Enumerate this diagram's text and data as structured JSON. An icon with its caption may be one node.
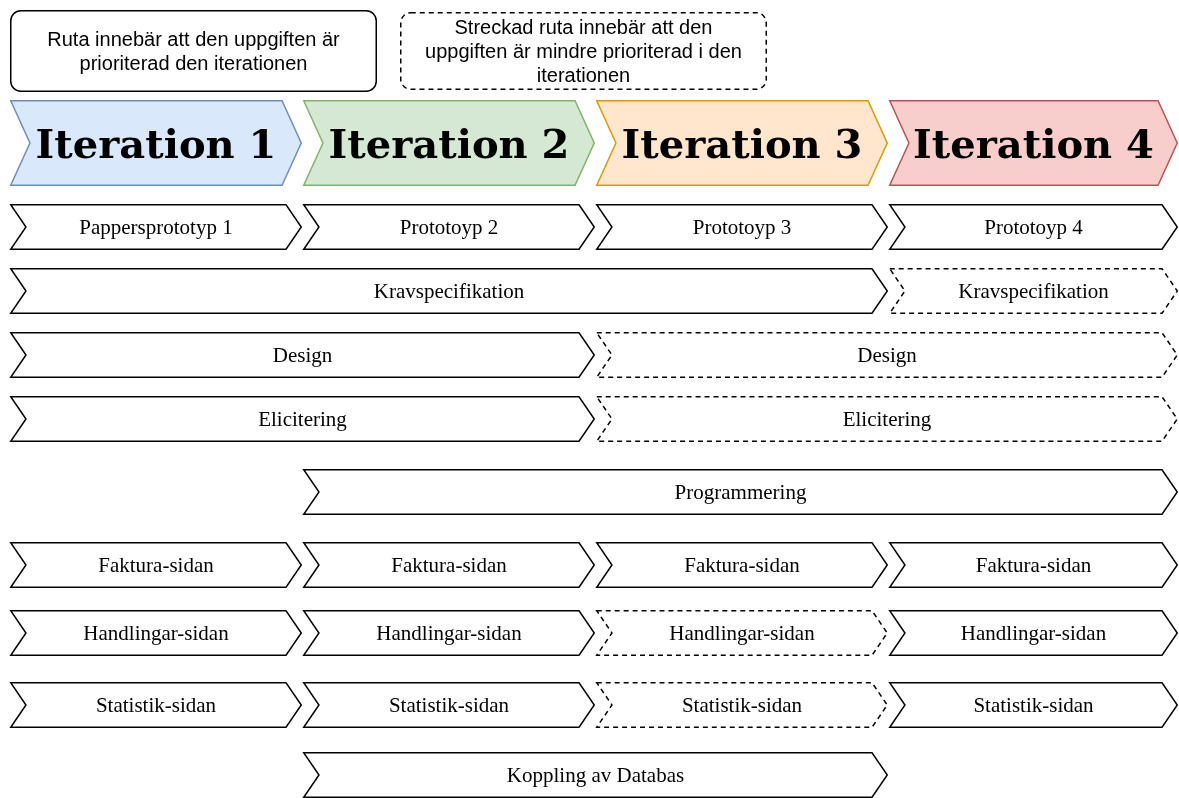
{
  "diagram": {
    "nodes": [
      {
        "text": [
          "Ruta innebär att den uppgiften är prioriterad den iterationen"
        ]
      },
      {
        "text": [
          "Streckad ruta innebär att den uppgiften är mindre prioriterad i den iterationen"
        ]
      },
      {
        "text": [
          "Iteration 1"
        ]
      },
      {
        "text": [
          "Iteration 2"
        ]
      },
      {
        "text": [
          "Iteration 3"
        ]
      },
      {
        "text": [
          "Iteration 4"
        ]
      },
      {
        "text": [
          "Pappersprototyp 1"
        ]
      },
      {
        "text": [
          "Prototoyp 2"
        ]
      },
      {
        "text": [
          "Prototoyp 3"
        ]
      },
      {
        "text": [
          "Prototoyp 4"
        ]
      },
      {
        "text": [
          "Kravspecifikation"
        ]
      },
      {
        "text": [
          "Kravspecifikation"
        ]
      },
      {
        "text": [
          "Design"
        ]
      },
      {
        "text": [
          "Design"
        ]
      },
      {
        "text": [
          "Elicitering"
        ]
      },
      {
        "text": [
          "Elicitering"
        ]
      },
      {
        "text": [
          "Programmering"
        ]
      },
      {
        "text": [
          "Faktura-sidan"
        ]
      },
      {
        "text": [
          "Faktura-sidan"
        ]
      },
      {
        "text": [
          "Faktura-sidan"
        ]
      },
      {
        "text": [
          "Faktura-sidan"
        ]
      },
      {
        "text": [
          "Handlingar-sidan"
        ]
      },
      {
        "text": [
          "Handlingar-sidan"
        ]
      },
      {
        "text": [
          "Handlingar-sidan"
        ]
      },
      {
        "text": [
          "Handlingar-sidan"
        ]
      },
      {
        "text": [
          "Statistik-sidan"
        ]
      },
      {
        "text": [
          "Statistik-sidan"
        ]
      },
      {
        "text": [
          "Statistik-sidan"
        ]
      },
      {
        "text": [
          "Statistik-sidan"
        ]
      },
      {
        "text": [
          "Koppling av Databas"
        ]
      }
    ]
  }
}
